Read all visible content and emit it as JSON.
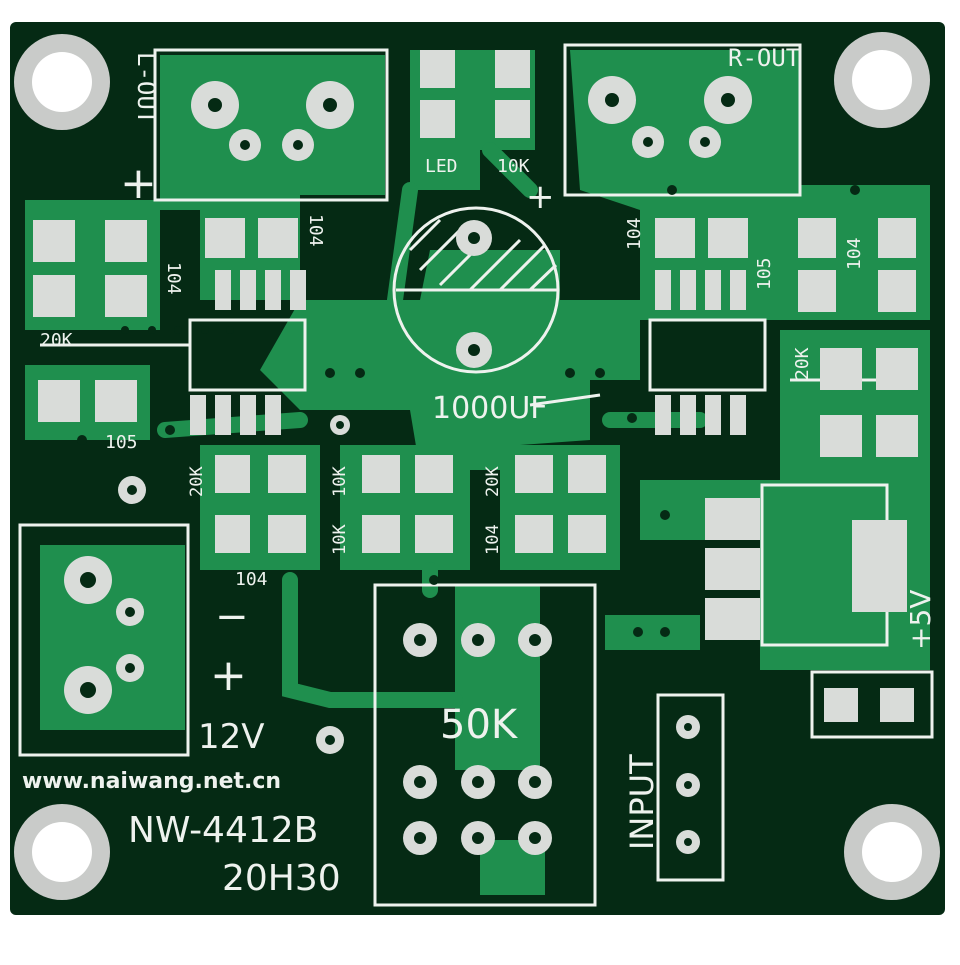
{
  "board": {
    "colors": {
      "mask": "#052a14",
      "copper": "#1f8f4e",
      "copper_light": "#2fa85e",
      "silk": "#eef2ee",
      "pad": "#d9dcd9",
      "background": "#ffffff"
    },
    "labels": {
      "l_out": "L-OUT",
      "r_out": "R-OUT",
      "led": "LED",
      "led_resistor": "10K",
      "cap_main": "1000UF",
      "cap_104_a": "104",
      "cap_104_b": "104",
      "cap_104_c": "104",
      "cap_104_d": "104",
      "cap_104_e": "104",
      "cap_105_a": "105",
      "cap_105_b": "105",
      "res_20k_a": "20K",
      "res_20k_b": "20K",
      "res_20k_c": "20K",
      "res_20k_d": "20K",
      "res_10k_a": "10K",
      "res_10k_b": "10K",
      "pot": "50K",
      "input": "INPUT",
      "supply_minus": "−",
      "supply_plus": "+",
      "voltage_12v": "12V",
      "voltage_5v": "+5V",
      "plus_sign": "+",
      "website": "www.naiwang.net.cn",
      "model": "NW-4412B",
      "version": "20H30"
    }
  }
}
